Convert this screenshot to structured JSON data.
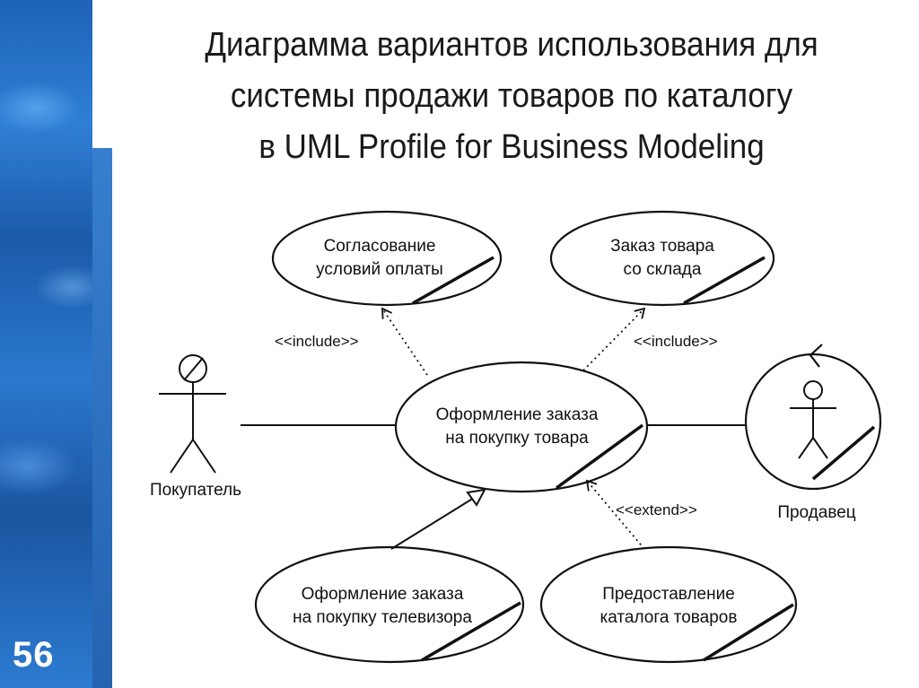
{
  "slide": {
    "number": "56",
    "title_lines": [
      "Диаграмма вариантов использования для",
      "системы продажи товаров по каталогу",
      "в UML Profile for Business Modeling"
    ]
  },
  "actors": {
    "buyer": {
      "label": "Покупатель"
    },
    "seller": {
      "label": "Продавец"
    }
  },
  "use_cases": {
    "payment_terms": {
      "lines": [
        "Согласование",
        "условий оплаты"
      ]
    },
    "warehouse_order": {
      "lines": [
        "Заказ товара",
        "со склада"
      ]
    },
    "purchase_order": {
      "lines": [
        "Оформление заказа",
        "на покупку товара"
      ]
    },
    "tv_order": {
      "lines": [
        "Оформление заказа",
        "на покупку телевизора"
      ]
    },
    "catalog": {
      "lines": [
        "Предоставление",
        "каталога товаров"
      ]
    }
  },
  "relationships": {
    "include_left": "<<include>>",
    "include_right": "<<include>>",
    "extend": "<<extend>>"
  },
  "colors": {
    "side_band": "#1e63b8",
    "line": "#111111"
  }
}
